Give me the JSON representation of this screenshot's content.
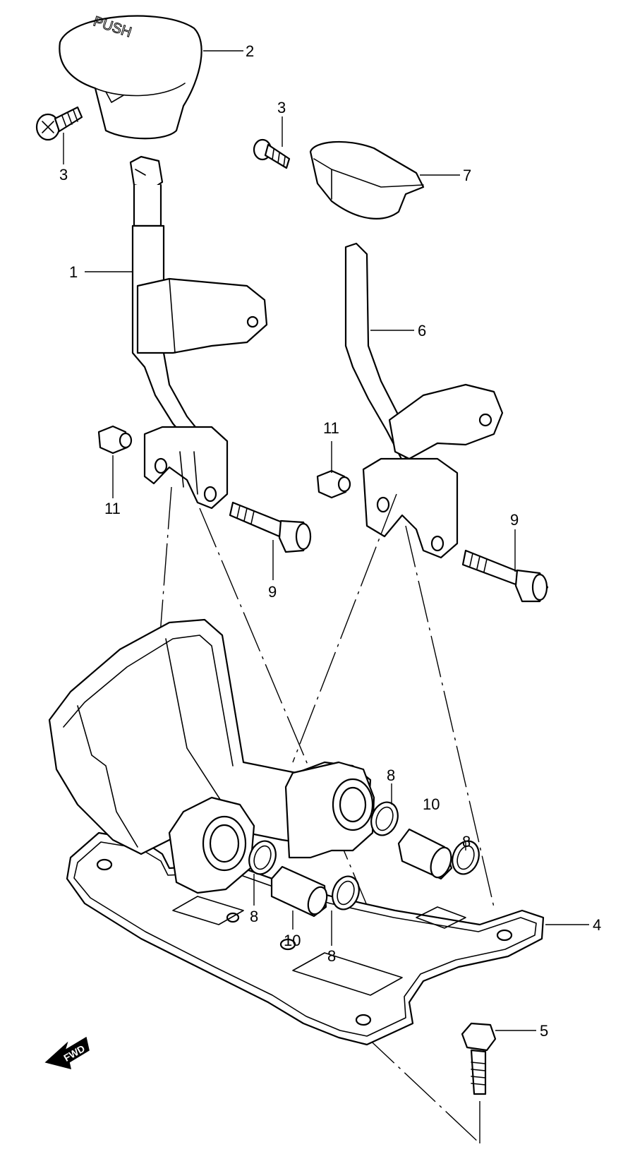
{
  "callouts": {
    "c1": "1",
    "c2": "2",
    "c3a": "3",
    "c3b": "3",
    "c4": "4",
    "c5": "5",
    "c6": "6",
    "c7": "7",
    "c8a": "8",
    "c8b": "8",
    "c8c": "8",
    "c8d": "8",
    "c9a": "9",
    "c9b": "9",
    "c10a": "10",
    "c10b": "10",
    "c11a": "11",
    "c11b": "11"
  },
  "knob_emboss": "PUSH",
  "fwd_arrow": "FWD"
}
